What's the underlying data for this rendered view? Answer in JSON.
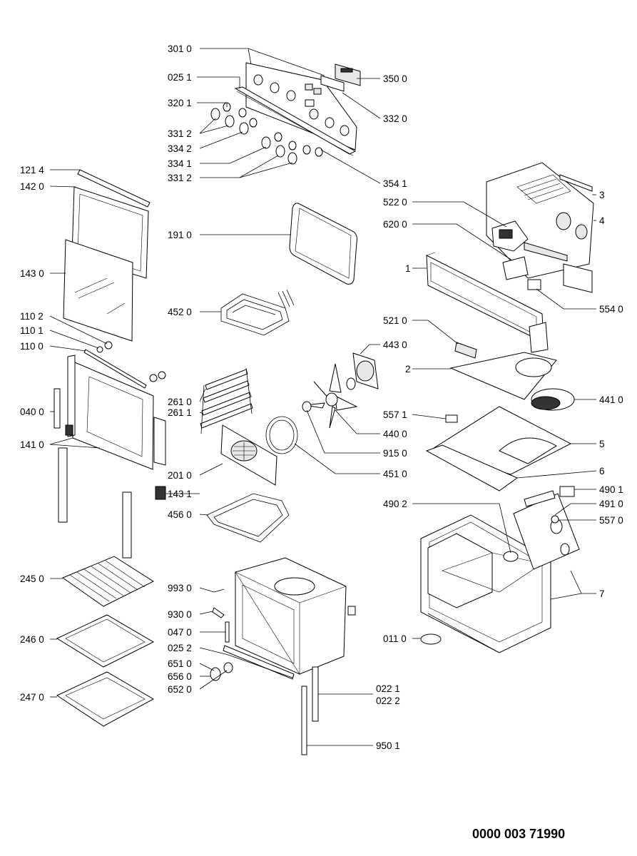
{
  "document_number": "0000 003 71990",
  "labels": {
    "l3010": "301 0",
    "l0251": "025 1",
    "l3201": "320 1",
    "l3312a": "331 2",
    "l3342": "334 2",
    "l3341": "334 1",
    "l3312b": "331 2",
    "l3500": "350 0",
    "l3320": "332 0",
    "l3541": "354 1",
    "l1214": "121 4",
    "l1420": "142 0",
    "l1910": "191 0",
    "l1430": "143 0",
    "l4520": "452 0",
    "l1102": "110 2",
    "l1101": "110 1",
    "l1100": "110 0",
    "l2610": "261 0",
    "l2611": "261 1",
    "l0400": "040 0",
    "l1410": "141 0",
    "l2010": "201 0",
    "l1431": "143 1",
    "l4560": "456 0",
    "l2450": "245 0",
    "l2460": "246 0",
    "l2470": "247 0",
    "l9930": "993 0",
    "l9300": "930 0",
    "l0470": "047 0",
    "l0252": "025 2",
    "l6510": "651 0",
    "l6560": "656 0",
    "l6520": "652 0",
    "l0221": "022 1",
    "l0222": "022 2",
    "l9501": "950 1",
    "l5220": "522 0",
    "l6200": "620 0",
    "l5540": "554 0",
    "l5210": "521 0",
    "l4430": "443 0",
    "l4410": "441 0",
    "l5571": "557 1",
    "l4400": "440 0",
    "l9150": "915 0",
    "l4510": "451 0",
    "l4901": "490 1",
    "l4910": "491 0",
    "l5570": "557 0",
    "l4902": "490 2",
    "l0110": "011 0",
    "l3": "3",
    "l4": "4",
    "l1": "1",
    "l2": "2",
    "l5": "5",
    "l6": "6",
    "l7": "7"
  }
}
